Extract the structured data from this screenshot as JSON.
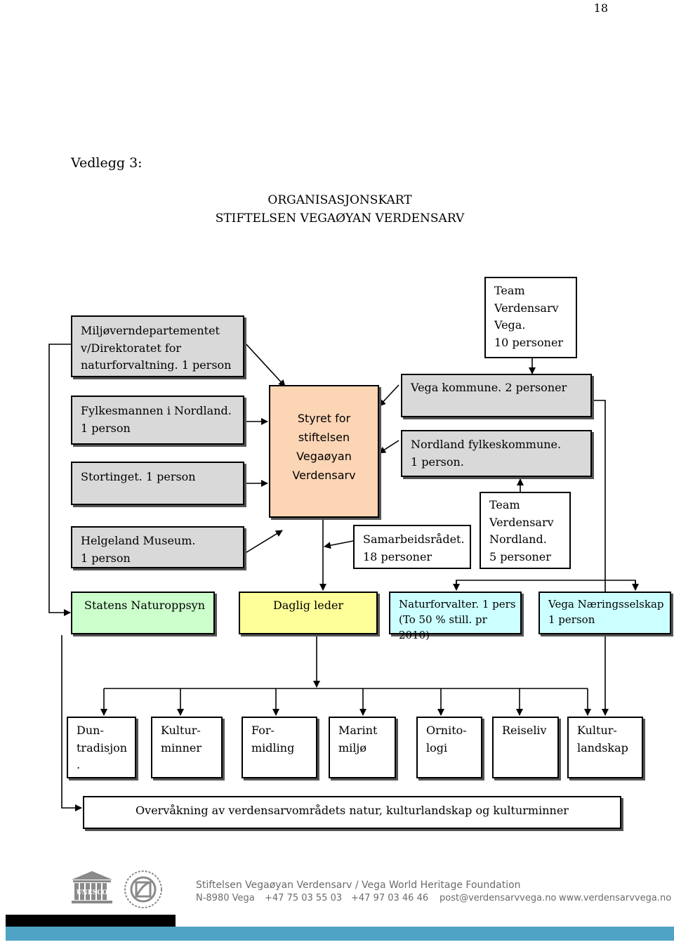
{
  "page_number": "18",
  "heading": "Vedlegg 3:",
  "title_line1": "ORGANISASJONSKART",
  "title_line2": "STIFTELSEN VEGAØYAN VERDENSARV",
  "boxes": {
    "miljo": "Miljøverndepartementet\nv/Direktoratet for\nnaturforvaltning. 1 person",
    "fylkesmannen": "Fylkesmannen i Nordland.\n1 person",
    "stortinget": "Stortinget. 1 person",
    "helgeland": "Helgeland Museum.\n1 person",
    "styret": "Styret for\nstiftelsen\nVegaøyan\nVerdensarv",
    "team_vega": "Team\nVerdensarv\nVega.\n10 personer",
    "vega_kommune": "Vega kommune. 2 personer",
    "nordland_fk": "Nordland fylkeskommune.\n1 person.",
    "samarbeid": "Samarbeidsrådet.\n18 personer",
    "team_nordland": "Team\nVerdensarv\nNordland.\n5 personer",
    "statens": "Statens Naturoppsyn",
    "daglig": "Daglig leder",
    "naturforvalter": "Naturforvalter. 1 pers\n(To 50 % still. pr 2010)",
    "naering": "Vega Næringsselskap\n1 person",
    "dun": "Dun-\ntradisjon\n.",
    "kulturminner": "Kultur-\nminner",
    "formidling": "For-\nmidling",
    "marint": "Marint\nmiljø",
    "ornitologi": "Ornito-\nlogi",
    "reiseliv": "Reiseliv",
    "kulturlandskap": "Kultur-\nlandskap",
    "overvaking": "Overvåkning av verdensarvområdets natur, kulturlandskap og kulturminner"
  },
  "footer": {
    "logo_text": "UNESCO",
    "foundation": "Stiftelsen Vegaøyan Verdensarv  /  Vega World Heritage Foundation",
    "address": "N-8980 Vega",
    "phone1": "+47 75 03 55 03",
    "phone2": "+47 97 03 46 46",
    "email": "post@verdensarvvega.no",
    "web": "www.verdensarvvega.no"
  },
  "colors": {
    "grey_box": "#d9d9d9",
    "styret_box": "#fcd5b5",
    "statens_box": "#ccffcc",
    "daglig_box": "#ffff99",
    "naturforvalter_box": "#ccffff",
    "naering_box": "#ccffff",
    "footer_bar_black": "#000000",
    "footer_bar_blue": "#4fa3c4"
  }
}
